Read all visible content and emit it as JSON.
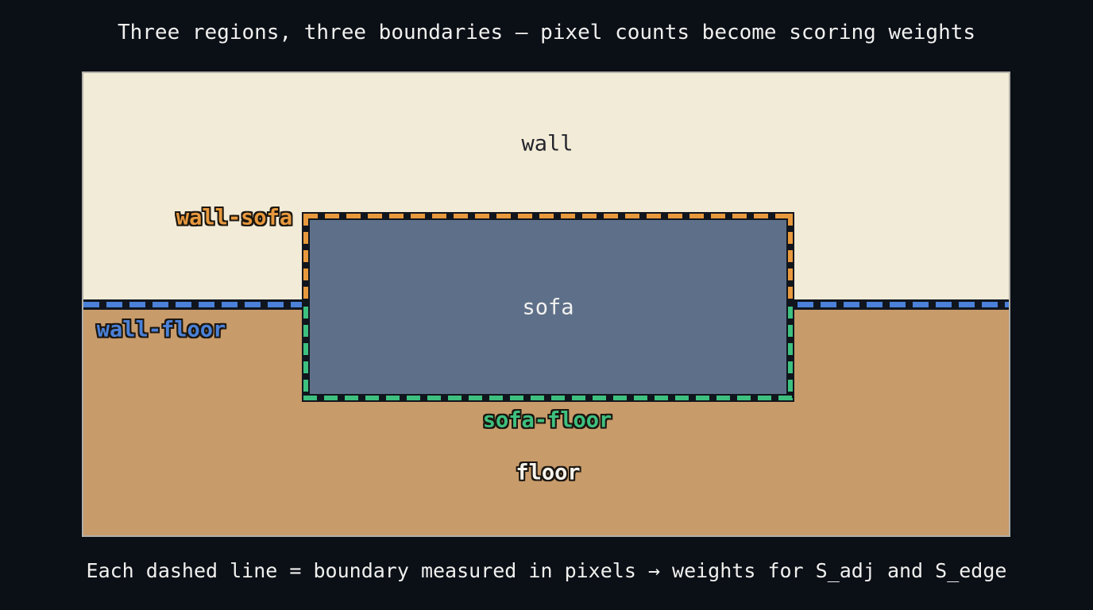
{
  "title": "Three regions, three boundaries — pixel counts become scoring weights",
  "caption": "Each dashed line = boundary measured in pixels → weights for S_adj and S_edge",
  "palette": {
    "background": "#0b0f16",
    "text": "#f0f0ee",
    "scene_border": "#b3b0a8",
    "boundary_band": "#11151d"
  },
  "scene": {
    "regions": [
      {
        "id": "wall",
        "label": "wall",
        "color": "#f2ebd7"
      },
      {
        "id": "sofa",
        "label": "sofa",
        "color": "#5e7089"
      },
      {
        "id": "floor",
        "label": "floor",
        "color": "#c89b6a"
      }
    ],
    "boundaries": [
      {
        "id": "wall-sofa",
        "label": "wall-sofa",
        "color": "#e8993d",
        "style": "dashed"
      },
      {
        "id": "wall-floor",
        "label": "wall-floor",
        "color": "#4b81d8",
        "style": "dashed"
      },
      {
        "id": "sofa-floor",
        "label": "sofa-floor",
        "color": "#3ec07f",
        "style": "dashed"
      }
    ]
  }
}
